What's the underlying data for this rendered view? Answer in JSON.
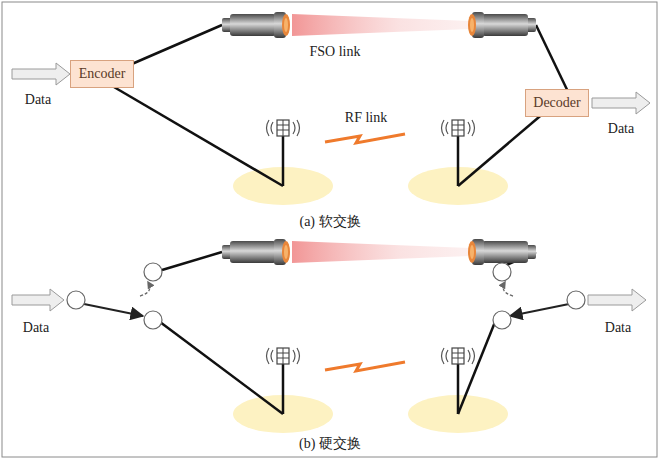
{
  "diagram": {
    "nodes": [
      {
        "text": [
          "Encoder"
        ]
      },
      {
        "text": [
          "Decoder"
        ]
      }
    ],
    "labels": [
      "Data",
      "FSO link",
      "RF link",
      "Data",
      "(a) 软交换",
      "Data",
      "Data",
      "(b) 硬交换"
    ]
  }
}
